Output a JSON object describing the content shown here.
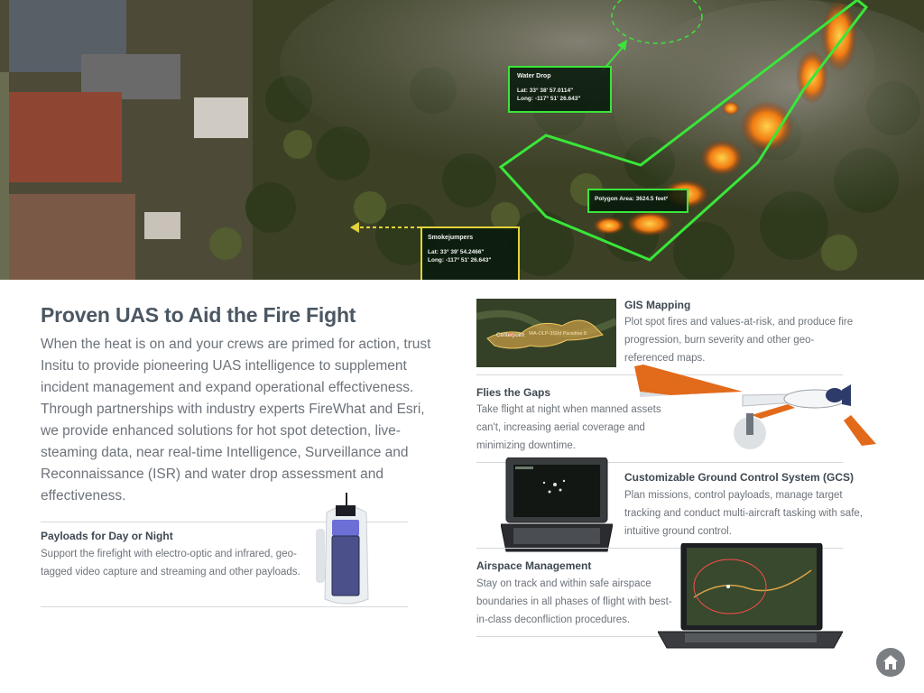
{
  "hero": {
    "callouts": {
      "water_drop": {
        "title": "Water Drop",
        "lat": "Lat: 33° 38' 57.0114\"",
        "long": "Long: -117° 51' 26.643\""
      },
      "polygon": {
        "title": "Polygon Area: 3624.5 feet²"
      },
      "smokejumpers": {
        "title": "Smokejumpers",
        "lat": "Lat: 33° 39' 54.2466\"",
        "long": "Long: -117° 51' 26.643\""
      }
    },
    "map_labels": {
      "centerpoint": "Centerpoint",
      "route": "WA-OLP-3S0d Paradise 8"
    },
    "colors": {
      "overlay_green": "#39e639",
      "callout_yellow": "#e3d23a"
    }
  },
  "main": {
    "title": "Proven UAS to Aid the Fire Fight",
    "intro": "When the heat is on and your crews are primed for action, trust Insitu to provide pioneering UAS intelligence to supplement incident management and expand operational effectiveness. Through partnerships with industry experts FireWhat and Esri, we provide enhanced solutions for hot spot detection, live-steaming data, near real-time Intelligence, Surveillance and Reconnaissance (ISR) and water drop assessment and effectiveness.",
    "payloads": {
      "title": "Payloads for Day or Night",
      "body": "Support the firefight with electro-optic and infrared, geo-tagged video capture and streaming and other payloads."
    }
  },
  "features": [
    {
      "title": "GIS Mapping",
      "body": "Plot spot fires and values-at-risk, and produce fire progression, burn severity and other geo-referenced maps."
    },
    {
      "title": "Flies the Gaps",
      "body": "Take flight at night when manned assets can't, increasing aerial coverage and minimizing downtime."
    },
    {
      "title": "Customizable Ground Control System (GCS)",
      "body": "Plan missions, control payloads, manage target tracking and conduct multi-aircraft tasking with safe, intuitive ground control."
    },
    {
      "title": "Airspace Management",
      "body": "Stay on track and within safe airspace boundaries in all phases of flight with best-in-class deconfliction procedures."
    }
  ],
  "nav": {
    "home_icon": "home-icon"
  }
}
